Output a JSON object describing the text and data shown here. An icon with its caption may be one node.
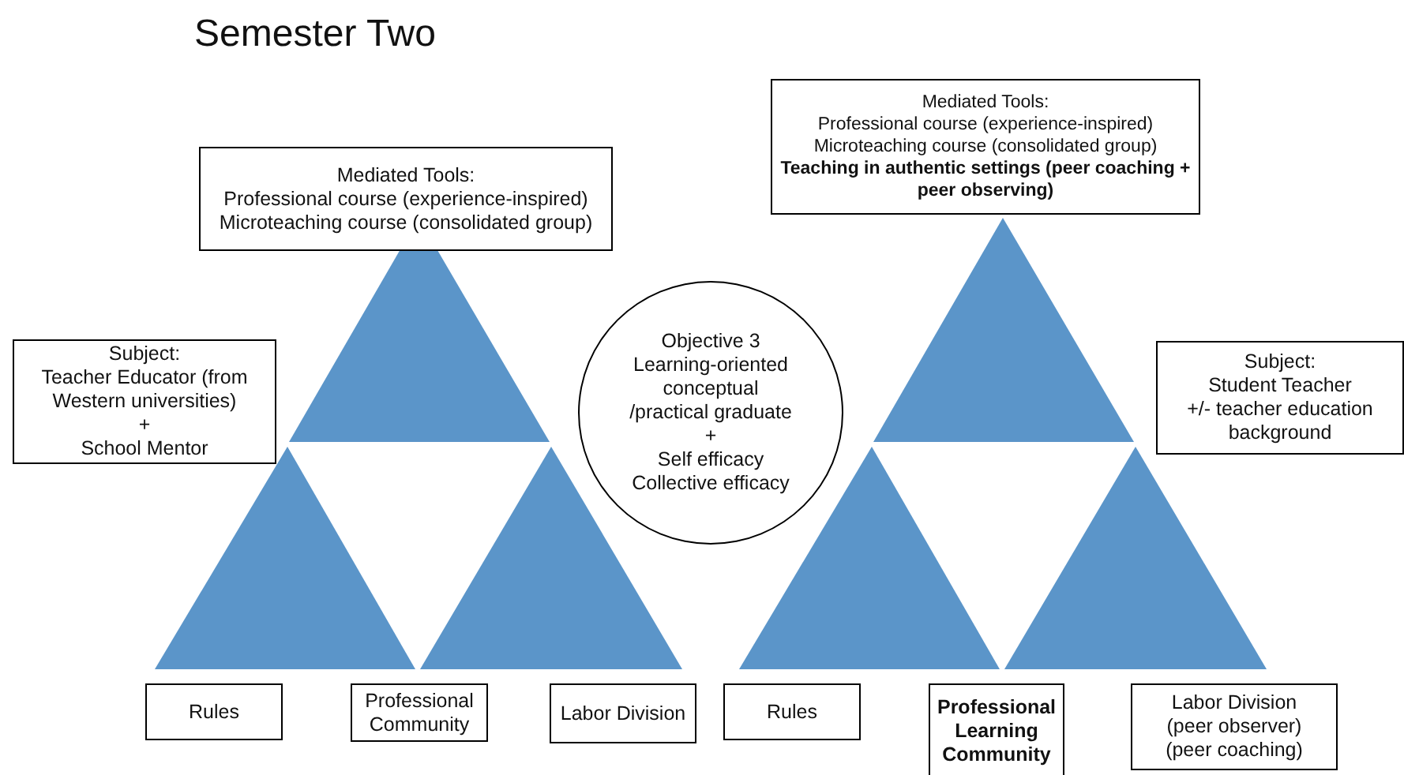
{
  "diagram": {
    "title": "Semester Two",
    "nodes": [
      {
        "text": [
          "Mediated Tools:",
          "Professional course (experience-inspired)",
          "Microteaching course (consolidated group)"
        ]
      },
      {
        "text": [
          "Mediated Tools:",
          "Professional course (experience-inspired)",
          "Microteaching course (consolidated group)",
          "**Teaching in authentic settings (peer coaching + peer observing)**"
        ]
      },
      {
        "text": [
          "Subject:",
          "Teacher Educator (from Western universities)",
          "+",
          "School Mentor"
        ]
      },
      {
        "text": [
          "Objective 3",
          "Learning-oriented conceptual /practical graduate",
          "+",
          "Self efficacy",
          "Collective efficacy"
        ]
      },
      {
        "text": [
          "Subject:",
          "Student Teacher",
          "+/- teacher education background"
        ]
      },
      {
        "text": [
          "Rules"
        ]
      },
      {
        "text": [
          "Professional Community"
        ]
      },
      {
        "text": [
          "Labor Division"
        ]
      },
      {
        "text": [
          "Rules"
        ]
      },
      {
        "text": [
          "Professional Learning Community"
        ]
      },
      {
        "text": [
          "Labor Division",
          "(peer observer)",
          "(peer coaching)"
        ]
      }
    ]
  }
}
